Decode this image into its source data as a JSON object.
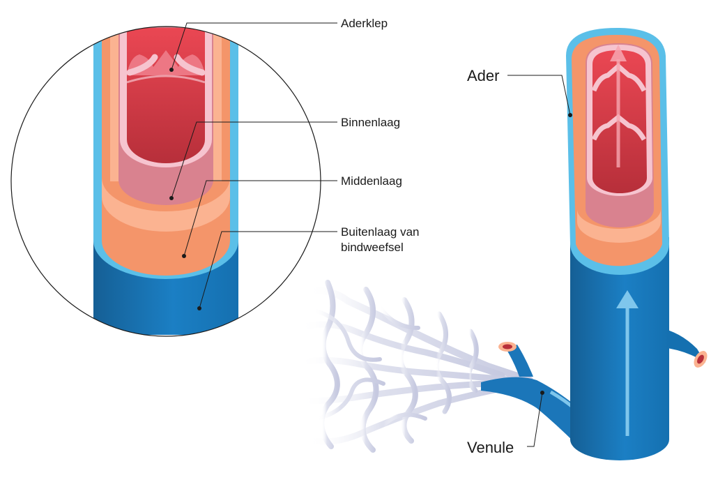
{
  "labels": {
    "aderklep": "Aderklep",
    "binnenlaag": "Binnenlaag",
    "middenlaag": "Middenlaag",
    "buitenlaag_line1": "Buitenlaag van",
    "buitenlaag_line2": "bindweefsel",
    "ader": "Ader",
    "venule": "Venule"
  },
  "colors": {
    "outer_blue": "#1d7cc0",
    "outer_blue_dark": "#135f96",
    "adventitia_light": "#5bbfe8",
    "media_orange": "#f4956a",
    "intima_peach": "#fbb391",
    "lumen_red": "#e5414f",
    "lumen_dark": "#b9303c",
    "valve_pink": "#f6c4cf",
    "intima_mauve": "#d9828f",
    "capillary": "#cfd3e6"
  }
}
